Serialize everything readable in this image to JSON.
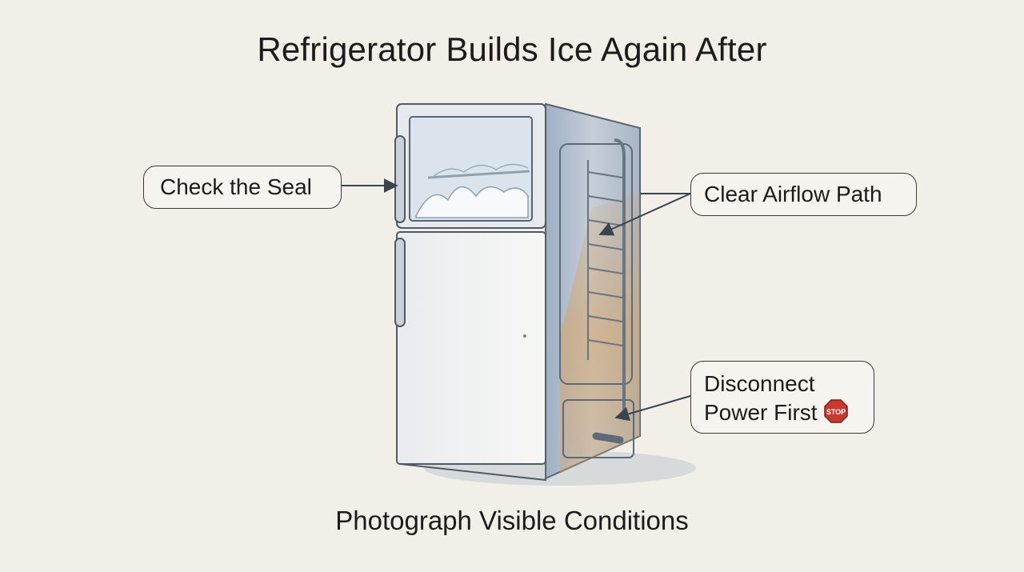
{
  "title": "Refrigerator Builds Ice Again After",
  "callouts": {
    "seal": "Check the Seal",
    "airflow": "Clear Airflow Path",
    "power_line1": "Disconnect",
    "power_line2": "Power First",
    "stop_sign": "STOP"
  },
  "footer": "Photograph Visible Conditions",
  "icons": {
    "refrigerator": "refrigerator-illustration",
    "stop": "stop-sign-icon"
  },
  "colors": {
    "background": "#f1efe8",
    "stop_red": "#c8392f",
    "rust": "#d9a25e",
    "steel": "#a9b6c4"
  }
}
